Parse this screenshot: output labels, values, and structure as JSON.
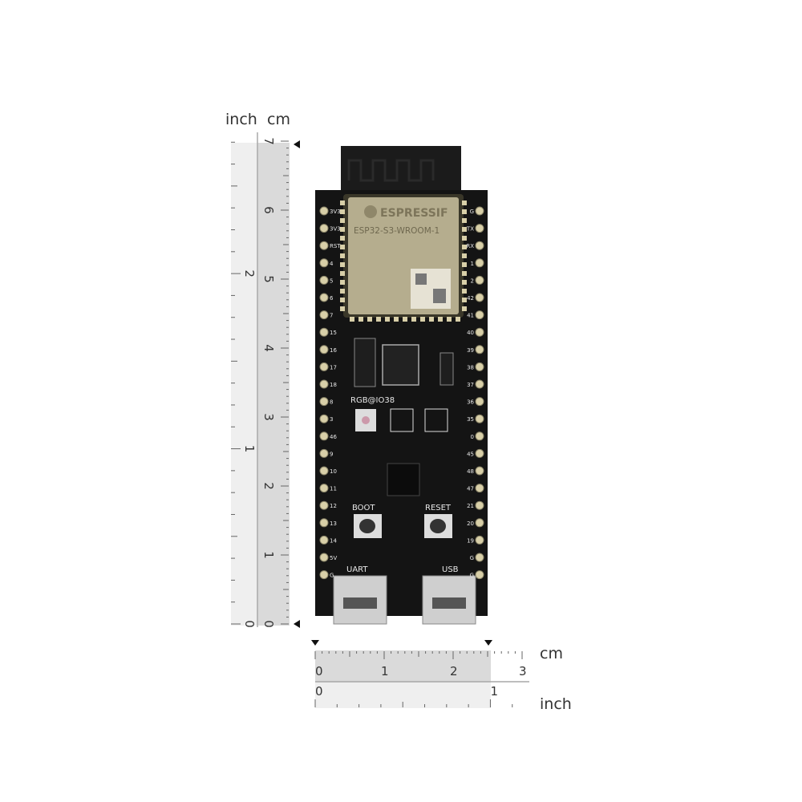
{
  "rulers": {
    "vertical": {
      "unit_labels": [
        "inch",
        "cm"
      ],
      "cm_ticks": [
        "0",
        "1",
        "2",
        "3",
        "4",
        "5",
        "6",
        "7"
      ],
      "inch_ticks": [
        "0",
        "1",
        "2"
      ],
      "marked_length_cm": 7
    },
    "horizontal": {
      "unit_labels": [
        "cm",
        "inch"
      ],
      "cm_ticks": [
        "0",
        "1",
        "2",
        "3"
      ],
      "inch_ticks": [
        "0",
        "1"
      ],
      "marked_length_inch": 1
    }
  },
  "board": {
    "module": {
      "brand": "ESPRESSIF",
      "model": "ESP32-S3-WROOM-1"
    },
    "rgb_label": "RGB@IO38",
    "boot_label": "BOOT",
    "reset_label": "RESET",
    "uart_label": "UART",
    "usb_label": "USB",
    "left_pins": [
      "3V3",
      "3V3",
      "RST",
      "4",
      "5",
      "6",
      "7",
      "15",
      "16",
      "17",
      "18",
      "8",
      "3",
      "46",
      "9",
      "10",
      "11",
      "12",
      "13",
      "14",
      "5V",
      "G"
    ],
    "right_pins": [
      "G",
      "TX",
      "RX",
      "1",
      "2",
      "42",
      "41",
      "40",
      "39",
      "38",
      "37",
      "36",
      "35",
      "0",
      "45",
      "48",
      "47",
      "21",
      "20",
      "19",
      "G",
      "G"
    ],
    "colors": {
      "pcb": "#141414",
      "module": "#b5ad8e",
      "pad": "#d8cfa8"
    }
  }
}
